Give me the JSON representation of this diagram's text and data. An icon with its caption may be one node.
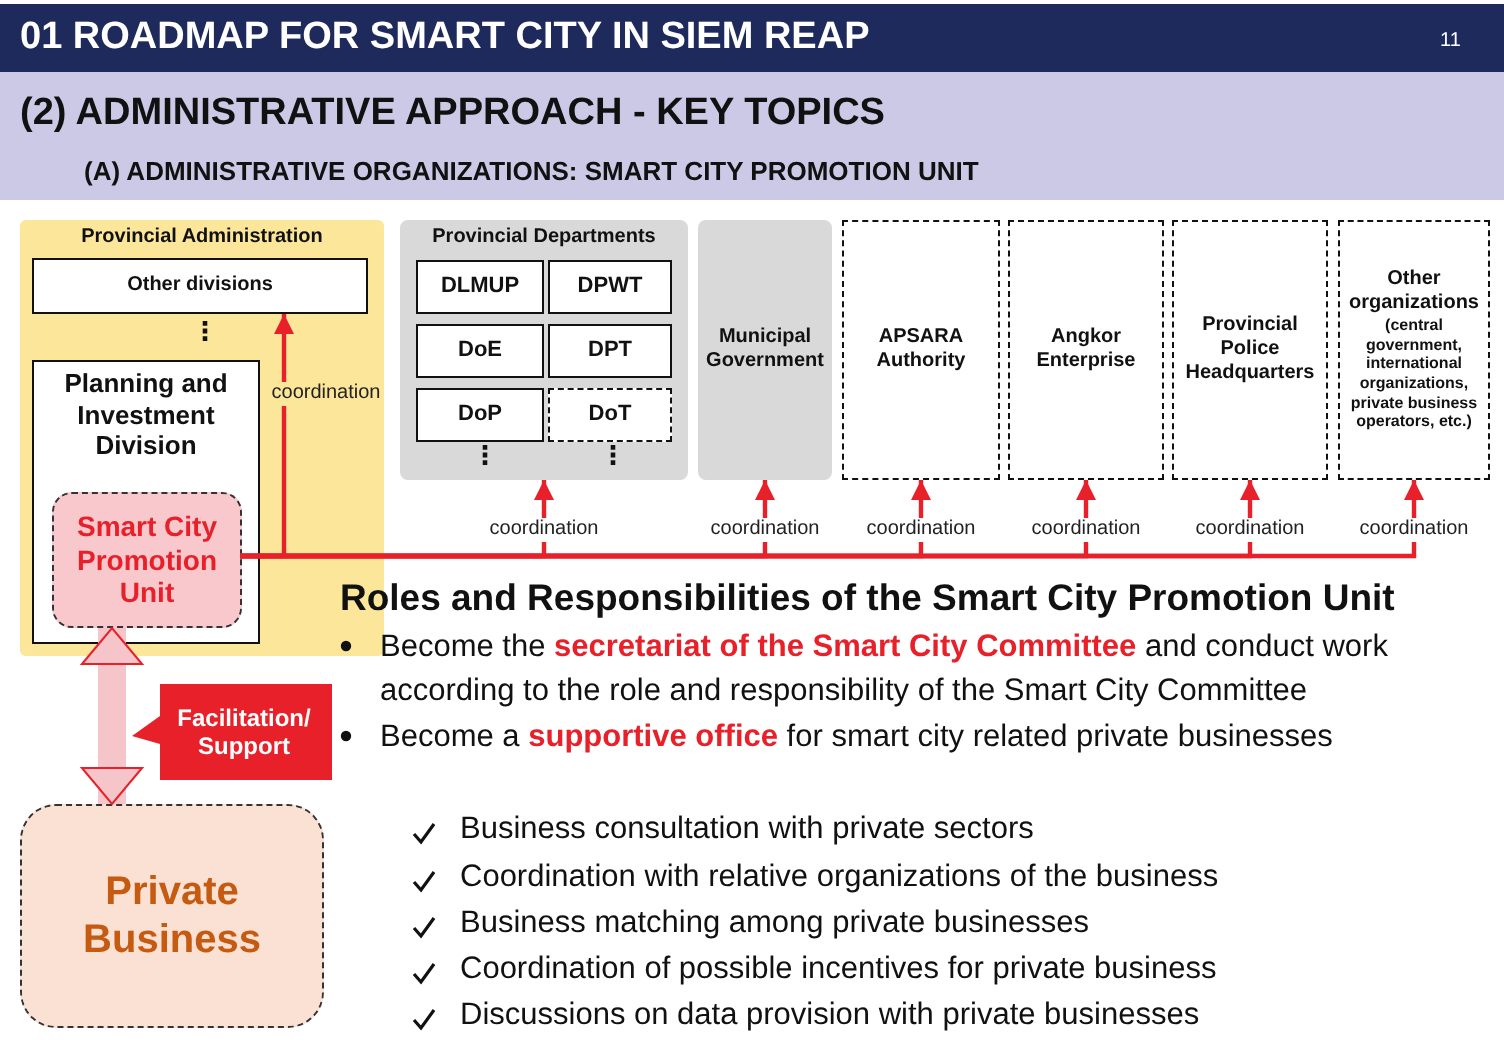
{
  "diagram": {
    "title": "01  ROADMAP FOR SMART CITY IN SIEM REAP",
    "nodes": [
      {
        "text": [
          "Provincial Administration"
        ]
      },
      {
        "text": [
          "Other divisions"
        ],
        "in": 0
      },
      {
        "text": [
          "Planning and Investment Division"
        ],
        "in": 0
      },
      {
        "text": [
          "Smart City Promotion Unit"
        ],
        "in": 2
      },
      {
        "text": [
          "Provincial Departments"
        ]
      },
      {
        "text": [
          "DLMUP"
        ],
        "in": 4
      },
      {
        "text": [
          "DPWT"
        ],
        "in": 4
      },
      {
        "text": [
          "DoE"
        ],
        "in": 4
      },
      {
        "text": [
          "DPT"
        ],
        "in": 4
      },
      {
        "text": [
          "DoP"
        ],
        "in": 4
      },
      {
        "text": [
          "DoT"
        ],
        "in": 4
      },
      {
        "text": [
          "Municipal Government"
        ]
      },
      {
        "text": [
          "APSARA Authority"
        ]
      },
      {
        "text": [
          "Angkor Enterprise"
        ]
      },
      {
        "text": [
          "Provincial Police Headquarters"
        ]
      },
      {
        "text": [
          "Other organizations",
          "(central government, international organizations, private business operators, etc.)"
        ]
      },
      {
        "text": [
          "Private Business"
        ]
      },
      {
        "text": [
          "Facilitation/ Support"
        ]
      }
    ],
    "edges": [
      {
        "from": 3,
        "to": 1,
        "arrow": "to",
        "label": "coordination",
        "color": "#e8202a"
      },
      {
        "from": 3,
        "to": 4,
        "arrow": "to",
        "label": "coordination",
        "color": "#e8202a"
      },
      {
        "from": 3,
        "to": 11,
        "arrow": "to",
        "label": "coordination",
        "color": "#e8202a"
      },
      {
        "from": 3,
        "to": 12,
        "arrow": "to",
        "label": "coordination",
        "color": "#e8202a"
      },
      {
        "from": 3,
        "to": 13,
        "arrow": "to",
        "label": "coordination",
        "color": "#e8202a"
      },
      {
        "from": 3,
        "to": 14,
        "arrow": "to",
        "label": "coordination",
        "color": "#e8202a"
      },
      {
        "from": 3,
        "to": 15,
        "arrow": "to",
        "label": "coordination",
        "color": "#e8202a"
      },
      {
        "from": 3,
        "to": 16,
        "arrow": "both",
        "style": "thick",
        "color": "#f6c5c9"
      }
    ],
    "labels": [
      "11",
      "(2) ADMINISTRATIVE APPROACH - KEY TOPICS",
      "(A) ADMINISTRATIVE ORGANIZATIONS: SMART CITY PROMOTION UNIT",
      "⋮",
      "⋮",
      "⋮",
      "Roles and Responsibilities of the Smart City Promotion Unit",
      "Become the **secretariat of the Smart City Committee** and conduct work according to the role and responsibility of the Smart City Committee",
      "Become a **supportive office** for smart city related private businesses",
      "Business consultation with private sectors",
      "Coordination with relative organizations of the business",
      "Business matching among private businesses",
      "Coordination of possible incentives for private business",
      "Discussions on data provision with private businesses"
    ]
  }
}
